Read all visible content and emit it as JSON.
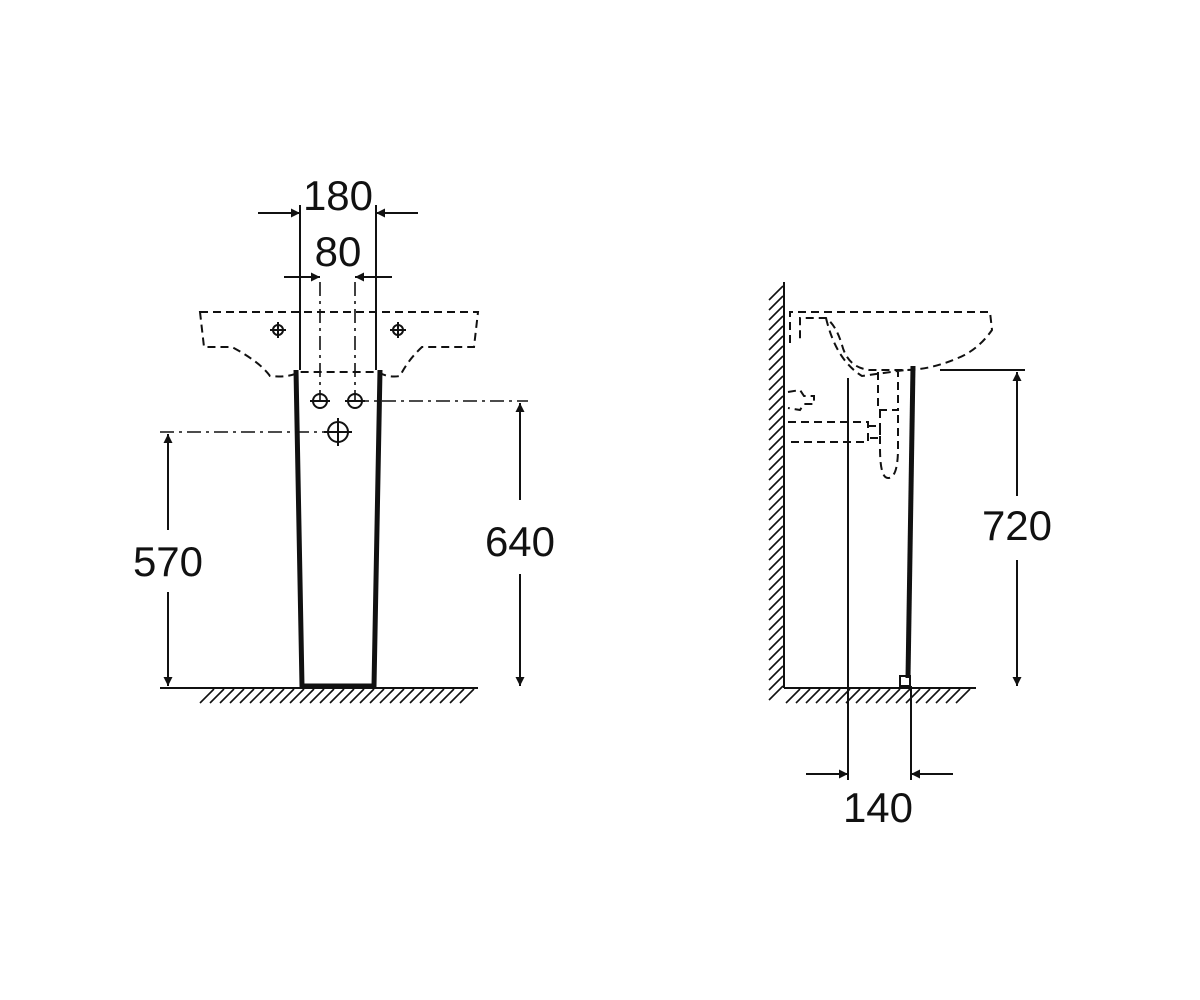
{
  "front_view": {
    "dimensions": {
      "basin_width": "180",
      "tap_spacing": "80",
      "waste_height": "570",
      "supply_height": "640"
    }
  },
  "side_view": {
    "dimensions": {
      "basin_height": "720",
      "pedestal_depth": "140"
    }
  },
  "colors": {
    "line": "#111111",
    "background": "#ffffff"
  }
}
